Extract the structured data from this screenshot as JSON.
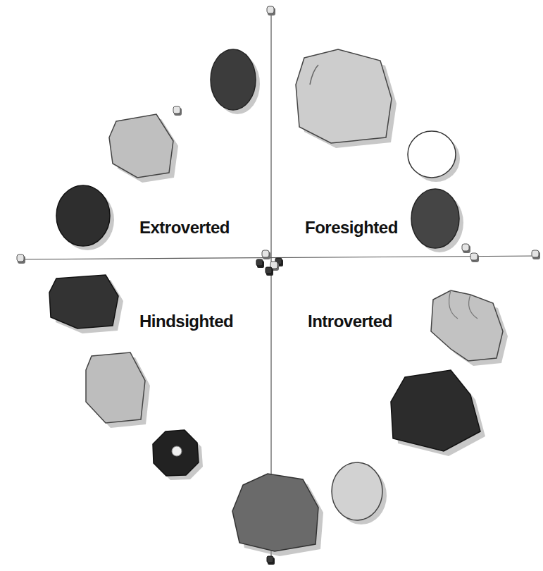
{
  "diagram": {
    "labels": [
      "Extroverted",
      "Foresighted",
      "Hindsighted",
      "Introverted"
    ]
  }
}
